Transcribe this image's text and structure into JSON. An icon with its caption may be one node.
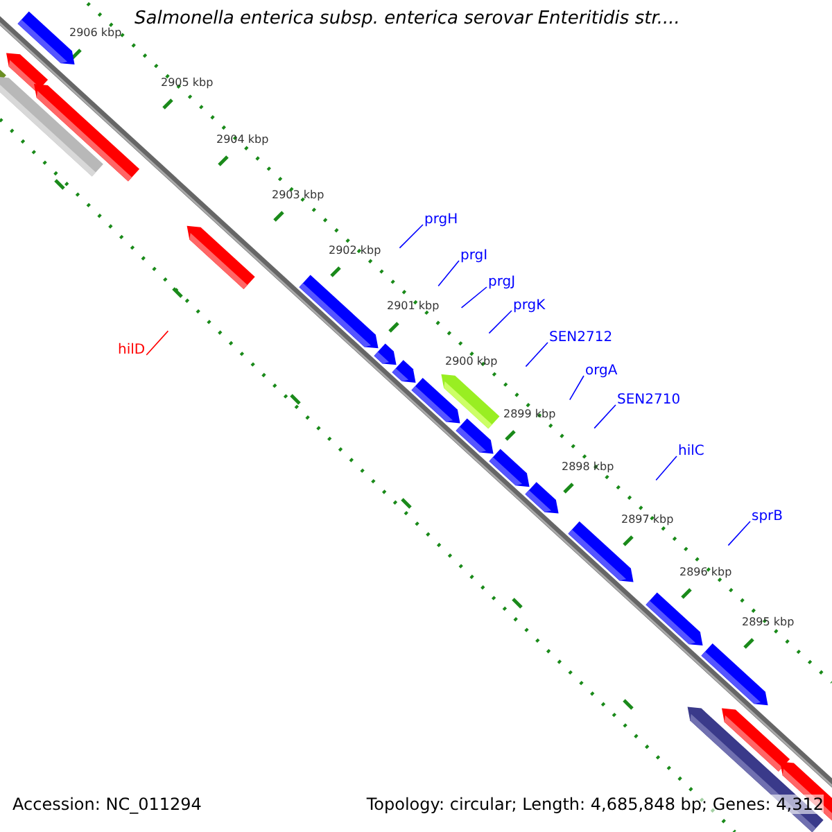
{
  "diagram": {
    "title": "Salmonella enterica subsp. enterica serovar Enteritidis str....",
    "nodes": [
      {
        "text": [
          "prgH"
        ]
      },
      {
        "text": [
          "prgI"
        ]
      },
      {
        "text": [
          "prgJ"
        ]
      },
      {
        "text": [
          "prgK"
        ]
      },
      {
        "text": [
          "SEN2712"
        ]
      },
      {
        "text": [
          "orgA"
        ]
      },
      {
        "text": [
          "SEN2710"
        ]
      },
      {
        "text": [
          "hilC"
        ]
      },
      {
        "text": [
          "sprB"
        ]
      },
      {
        "text": [
          "hilD"
        ]
      }
    ],
    "edges": [
      {
        "from": 0,
        "to": null,
        "arrow": "none"
      },
      {
        "from": 1,
        "to": null,
        "arrow": "none"
      },
      {
        "from": 2,
        "to": null,
        "arrow": "none"
      },
      {
        "from": 3,
        "to": null,
        "arrow": "none"
      },
      {
        "from": 4,
        "to": null,
        "arrow": "none"
      },
      {
        "from": 5,
        "to": null,
        "arrow": "none"
      },
      {
        "from": 6,
        "to": null,
        "arrow": "none"
      },
      {
        "from": 7,
        "to": null,
        "arrow": "none"
      },
      {
        "from": 8,
        "to": null,
        "arrow": "none"
      },
      {
        "from": 9,
        "to": null,
        "arrow": "none",
        "color": "#ff0000"
      }
    ],
    "labels": [
      "2906 kbp",
      "2905 kbp",
      "2904 kbp",
      "2903 kbp",
      "2902 kbp",
      "2901 kbp",
      "2900 kbp",
      "2899 kbp",
      "2898 kbp",
      "2897 kbp",
      "2896 kbp",
      "2895 kbp",
      "Accession: NC_011294",
      "Topology: circular; Length: 4,685,848 bp; Genes: 4,312"
    ]
  }
}
